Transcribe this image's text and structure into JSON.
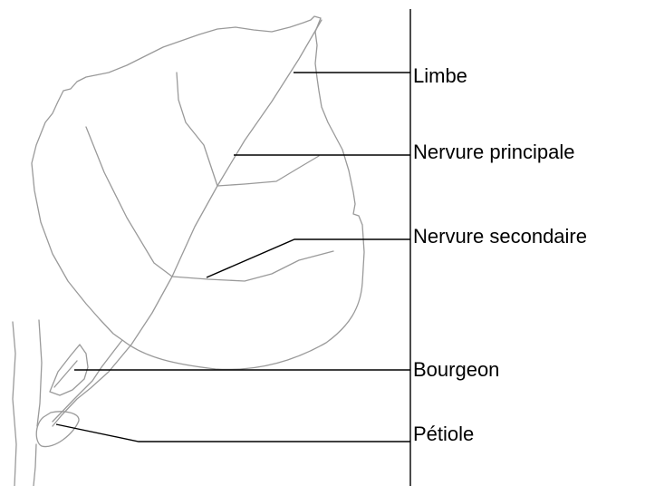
{
  "labels": {
    "limbe": "Limbe",
    "nervure_principale": "Nervure principale",
    "nervure_secondaire": "Nervure secondaire",
    "bourgeon": "Bourgeon",
    "petiole": "Pétiole"
  }
}
